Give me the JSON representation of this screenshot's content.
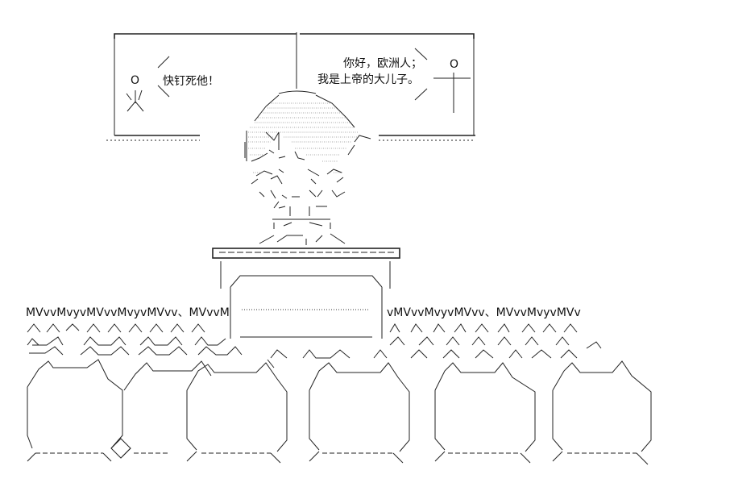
{
  "left_panel": {
    "speech": "快钉死他！",
    "figure_head": "O"
  },
  "right_panel": {
    "speech_line1": "你好，欧洲人；",
    "speech_line2": "我是上帝的大儿子。",
    "figure_head": "O"
  },
  "crowd": {
    "row1_left": "MVvvMvyvMVvvMvyvMVvv、MVvvM",
    "row1_right": "vMVvvMvyvMVvv、MVvvMvyvMVv"
  }
}
